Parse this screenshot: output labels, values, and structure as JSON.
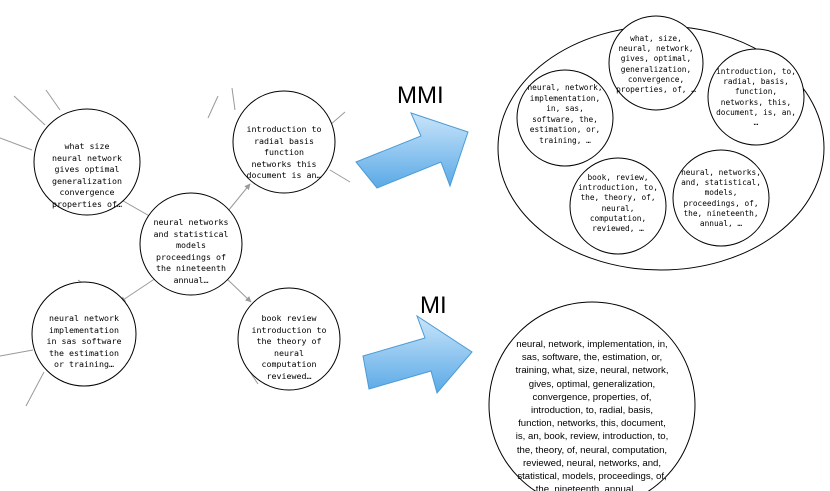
{
  "left_graph": {
    "center": "neural networks\nand statistical\nmodels\nproceedings of\nthe nineteenth\nannual…",
    "top_left": "what size\nneural network\ngives optimal\ngeneralization\nconvergence\nproperties of…",
    "top_right": "introduction to\nradial basis\nfunction\nnetworks this\ndocument is an…",
    "bottom_left": "neural network\nimplementation\nin sas software\nthe estimation\nor training…",
    "bottom_right": "book review\nintroduction to\nthe theory of\nneural\ncomputation\nreviewed…"
  },
  "labels": {
    "mmi": "MMI",
    "mi": "MI"
  },
  "mmi_container": {
    "bubble_top": "what, size,\nneural, network,\ngives, optimal,\ngeneralization,\nconvergence,\nproperties, of, …",
    "bubble_left": "neural, network,\nimplementation,\nin, sas,\nsoftware, the,\nestimation, or,\ntraining, …",
    "bubble_right": "introduction, to,\nradial, basis,\nfunction,\nnetworks, this,\ndocument, is, an,\n…",
    "bubble_bottom_left": "book, review,\nintroduction, to,\nthe, theory, of,\nneural,\ncomputation,\nreviewed, …",
    "bubble_bottom_right": "neural, networks,\nand, statistical,\nmodels,\nproceedings, of,\nthe, nineteenth,\nannual, …"
  },
  "mi_container": {
    "text": "neural, network, implementation, in,\nsas, software, the, estimation, or,\ntraining, what, size, neural, network,\ngives, optimal, generalization,\nconvergence, properties, of,\nintroduction, to, radial, basis,\nfunction, networks, this, document,\nis, an, book, review, introduction, to,\nthe, theory, of, neural, computation,\nreviewed, neural, networks, and,\nstatistical, models, proceedings, of,\nthe, nineteenth, annual, …"
  },
  "colors": {
    "arrow_fill_light": "#b8dcf6",
    "arrow_fill_dark": "#6cb3e8",
    "arrow_stroke": "#4a9bd6",
    "edge": "#9a9a9a"
  }
}
